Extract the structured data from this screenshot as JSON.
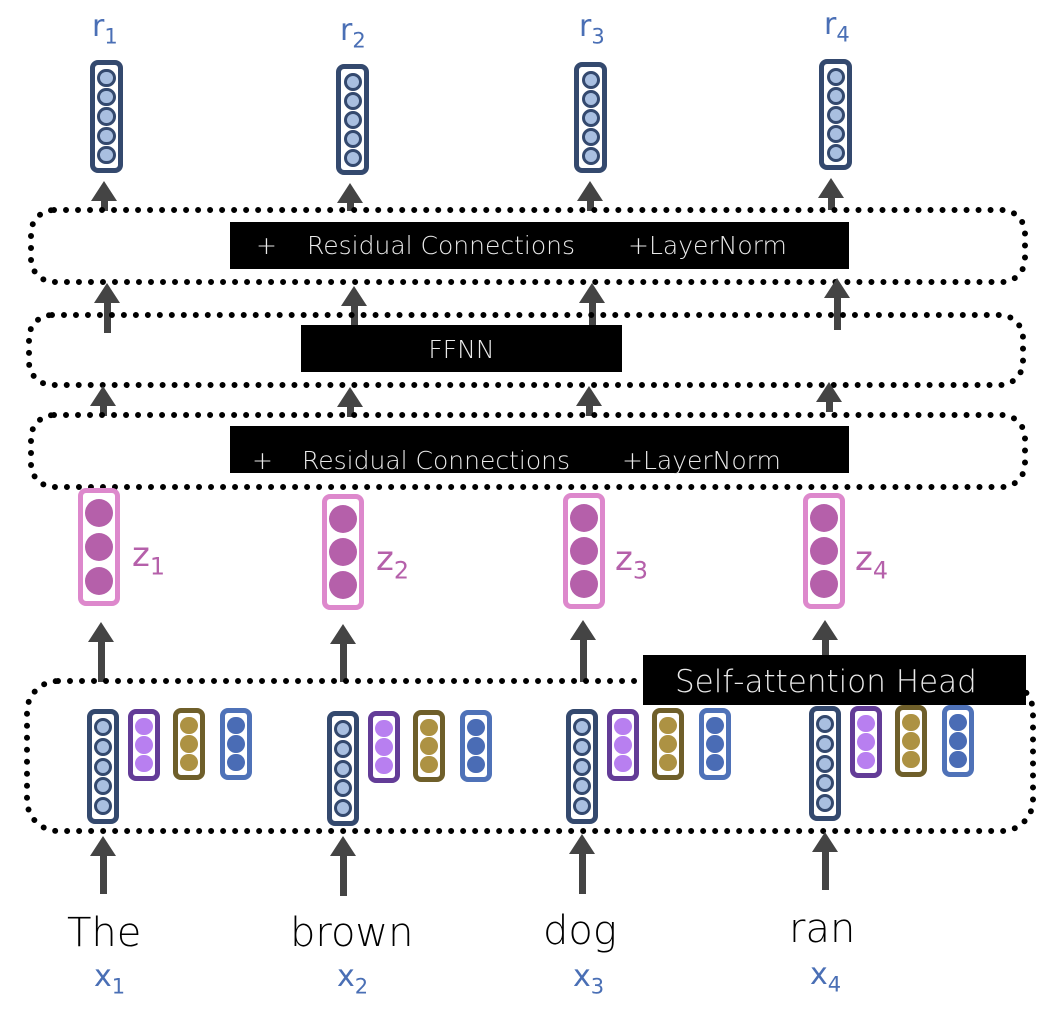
{
  "diagram": {
    "title": "Transformer encoder block",
    "colors": {
      "blue_label": "#4a6fb5",
      "pink_label": "#b560aa",
      "navy_vector_border": "#34496e",
      "navy_vector_fill": "#a9bfe0",
      "z_vector_border": "#dd88cc",
      "z_vector_fill": "#b560aa",
      "query_border": "#633c97",
      "query_fill": "#b87ff0",
      "key_border": "#6f5f2a",
      "key_fill": "#ad9243",
      "value_border": "#4f72b8",
      "value_fill": "#4a6cb5",
      "arrow": "#444444",
      "banner_bg": "#000000",
      "banner_text": "#eaeaea"
    },
    "outputs": [
      {
        "symbol": "r",
        "index": "1"
      },
      {
        "symbol": "r",
        "index": "2"
      },
      {
        "symbol": "r",
        "index": "3"
      },
      {
        "symbol": "r",
        "index": "4"
      }
    ],
    "layers": {
      "top_residual": {
        "plus": "+",
        "text": "Residual Connections",
        "norm": "+LayerNorm"
      },
      "ffnn": {
        "text": "FFNN"
      },
      "bottom_residual": {
        "plus": "+",
        "text": "Residual Connections",
        "norm": "+LayerNorm"
      },
      "self_attention": {
        "text": "Self-attention Head"
      }
    },
    "z_vectors": [
      {
        "symbol": "z",
        "index": "1"
      },
      {
        "symbol": "z",
        "index": "2"
      },
      {
        "symbol": "z",
        "index": "3"
      },
      {
        "symbol": "z",
        "index": "4"
      }
    ],
    "inputs": [
      {
        "word": "The",
        "symbol": "x",
        "index": "1"
      },
      {
        "word": "brown",
        "symbol": "x",
        "index": "2"
      },
      {
        "word": "dog",
        "symbol": "x",
        "index": "3"
      },
      {
        "word": "ran",
        "symbol": "x",
        "index": "4"
      }
    ],
    "vector_sizes": {
      "output_dims": 5,
      "embedding_dims": 5,
      "z_dims": 3,
      "qkv_dims": 3
    }
  }
}
